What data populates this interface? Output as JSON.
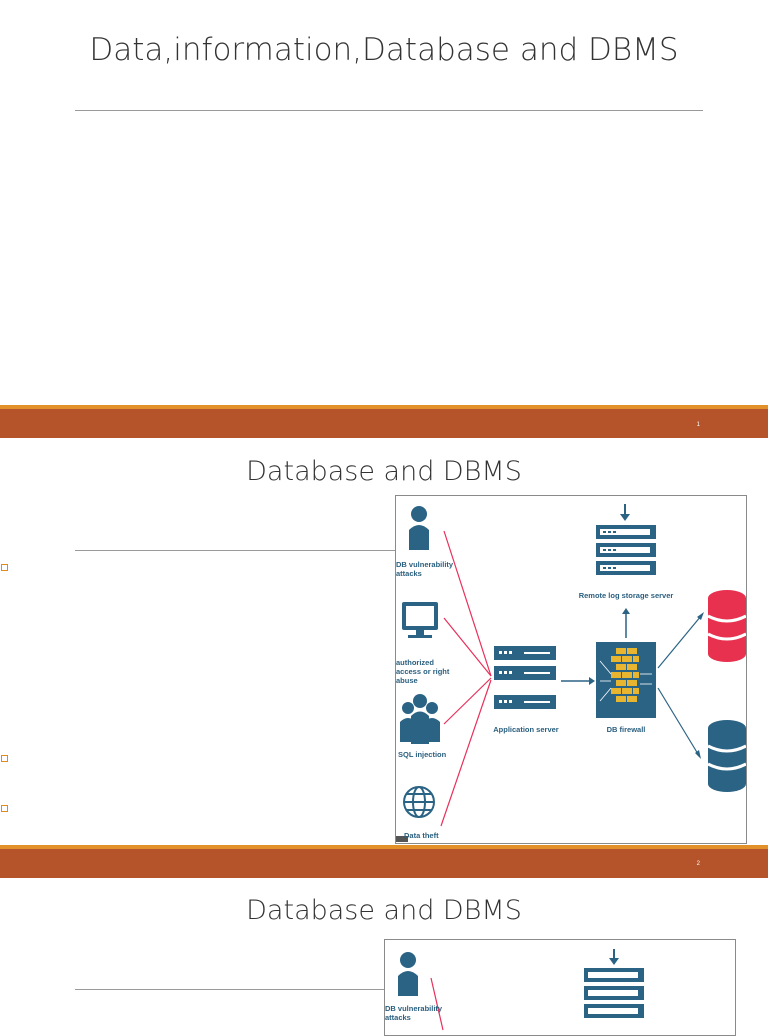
{
  "slide1": {
    "title": "Data,information,Database and DBMS",
    "page_number": "1"
  },
  "slide2": {
    "title": "Database and DBMS",
    "page_number": "2",
    "bullets": [
      "",
      "",
      ""
    ],
    "diagram": {
      "threats": [
        "DB vulnerability attacks",
        "authorized access or right abuse",
        "SQL injection",
        "Data theft"
      ],
      "app_server_label": "Application server",
      "firewall_label": "DB firewall",
      "log_server_label": "Remote log storage server",
      "colors": {
        "primary": "#2b6385",
        "attack_line": "#e8305a",
        "db_red": "#e8304f",
        "db_blue": "#2b6385",
        "firewall_brick": "#e8b530"
      }
    }
  },
  "slide3": {
    "title": "Database and DBMS",
    "diagram": {
      "threat_label": "DB vulnerability attacks"
    }
  },
  "theme": {
    "band_color": "#b5532a",
    "band_top_color": "#e2902a",
    "bullet_color": "#e08a1e"
  }
}
